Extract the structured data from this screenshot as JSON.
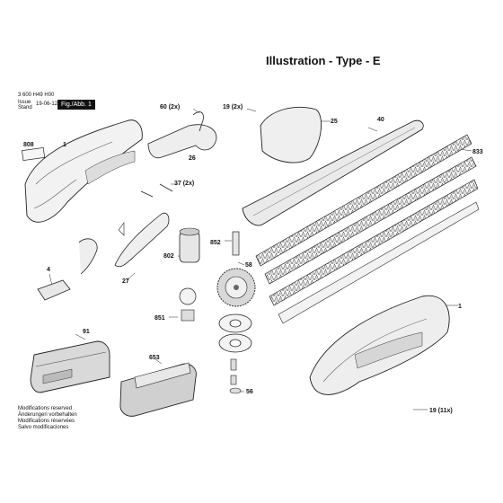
{
  "title": "Illustration - Type - E",
  "meta": {
    "part_number": "3 600 H49 H00",
    "issue_label": "Issue",
    "stand_label": "Stand",
    "date": "19-06-12",
    "figure_label": "Fig./Abb. 1"
  },
  "disclaimer": [
    "Modifications reserved",
    "Änderungen vorbehalten",
    "Modifications réservées",
    "Salvo modificaciones"
  ],
  "callouts": {
    "c808": "808",
    "c1_top": "1",
    "c4": "4",
    "c60": "60 (2x)",
    "c26": "26",
    "c37": "37 (2x)",
    "c27": "27",
    "c19_top": "19 (2x)",
    "c25": "25",
    "c40": "40",
    "c833": "833",
    "c852": "852",
    "c58": "58",
    "c802": "802",
    "c851": "851",
    "c1_right": "1",
    "c91": "91",
    "c653": "653",
    "c56": "56",
    "c19_bottom": "19 (11x)"
  }
}
